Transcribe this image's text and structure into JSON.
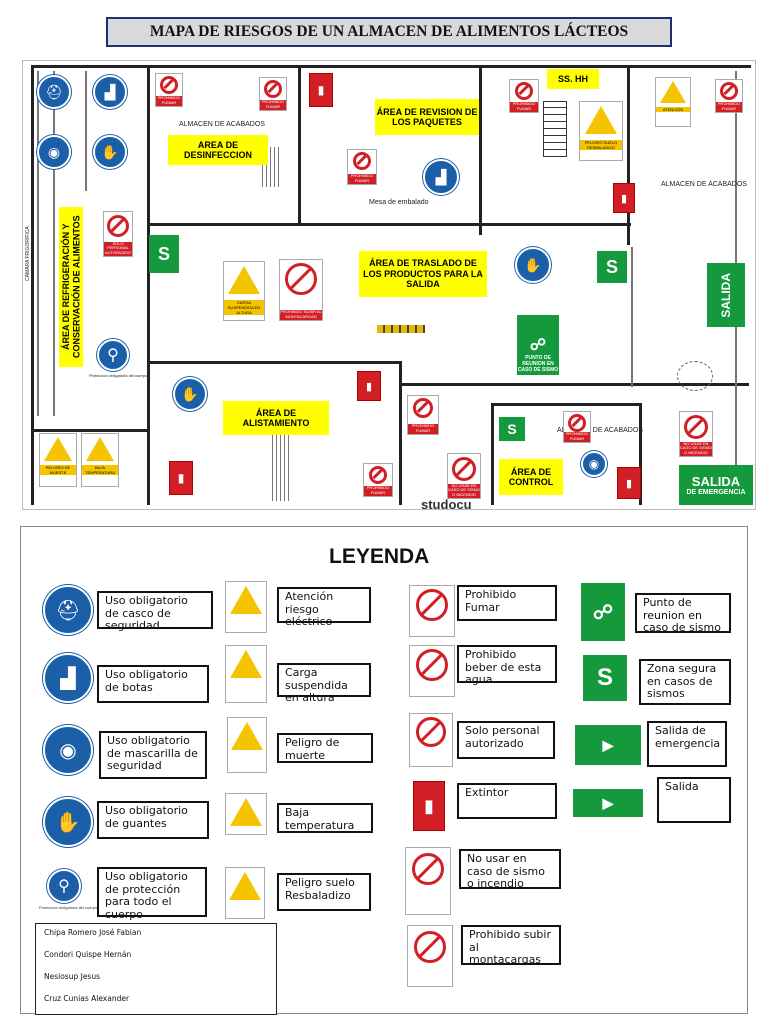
{
  "title": "MAPA DE RIESGOS DE UN ALMACEN DE ALIMENTOS LÁCTEOS",
  "map": {
    "areas": {
      "refrigeracion": "ÁREA DE REFRIGERACIÓN Y CONSERVACIÓN DE ALIMENTOS",
      "desinfeccion": "AREA DE DESINFECCION",
      "revision": "ÁREA DE REVISION DE LOS PAQUETES",
      "ss_hh": "SS. HH",
      "traslado": "ÁREA DE TRASLADO DE LOS PRODUCTOS PARA LA SALIDA",
      "alistamiento": "ÁREA DE ALISTAMIENTO",
      "control": "ÁREA DE CONTROL"
    },
    "labels": {
      "almacen_acabados_1": "ALMACEN DE ACABADOS",
      "almacen_acabados_2": "ALMACEN DE ACABADOS",
      "almacen_acabados_3": "ALMACEN DE ACABADOS",
      "mesa": "Mesa de embalado",
      "camara": "CAMARA FRIGORIFICA",
      "proteccion": "Protección obligatoria del cuerpo",
      "watermark": "studocu"
    },
    "signs": {
      "atencion": "ATENCIÓN",
      "carga": "CARGA SUSPENDIDA EN ALTURA",
      "peligro_muerte": "PELIGRO DE MUERTE",
      "baja_temp": "BAJA TEMPERATURA",
      "prohibido_montacargas": "PROHIBIDO SUBIR AL MONTACARGAS",
      "peligro_suelo": "PELIGRO SUELO RESBALADIZO",
      "punto_reunion": "PUNTO DE REUNION EN CASO DE SISMO",
      "salida": "SALIDA",
      "salida_emergencia": "SALIDA",
      "de_emergencia": "DE EMERGENCIA",
      "extintor": "EXTINTOR",
      "no_usar": "NO USAR EN CASO DE SISMO O INCENDIO",
      "solo_personal": "SOLO PERSONAL AUTORIZADO",
      "prohibido_fumar": "PROHIBIDO FUMAR"
    }
  },
  "legend": {
    "heading": "LEYENDA",
    "items": {
      "casco": "Uso obligatorio de casco de seguridad",
      "botas": "Uso obligatorio de botas",
      "mascarilla": "Uso obligatorio de mascarilla de seguridad",
      "guantes": "Uso obligatorio de guantes",
      "cuerpo": "Uso obligatorio de protección para todo el cuerpo",
      "electrico": "Atención riesgo eléctrico",
      "carga": "Carga suspendida en altura",
      "muerte": "Peligro de muerte",
      "baja_temp": "Baja temperatura",
      "suelo": "Peligro suelo Resbaladizo",
      "fumar": "Prohibido Fumar",
      "beber": "Prohibido beber de esta agua",
      "personal": "Solo personal autorizado",
      "extintor": "Extintor",
      "no_usar": "No usar en caso de sismo o incendio",
      "montacargas": "Prohibido subir al montacargas",
      "reunion": "Punto de reunion en caso de sismo",
      "zona_segura": "Zona segura en casos de sismos",
      "salida_emerg": "Salida de emergencia",
      "salida": "Salida"
    },
    "proteccion_caption": "Protección obligatoria del cuerpo",
    "authors": [
      "Chipa Romero José Fabian",
      "Condori Quispe Hernán",
      "Nesiosup Jesus",
      "Cruz Cunias Alexander"
    ]
  },
  "colors": {
    "yellow": "#ffff00",
    "blue": "#1b5fa8",
    "red": "#d21f26",
    "green": "#149a3c",
    "warning": "#f5c400"
  }
}
